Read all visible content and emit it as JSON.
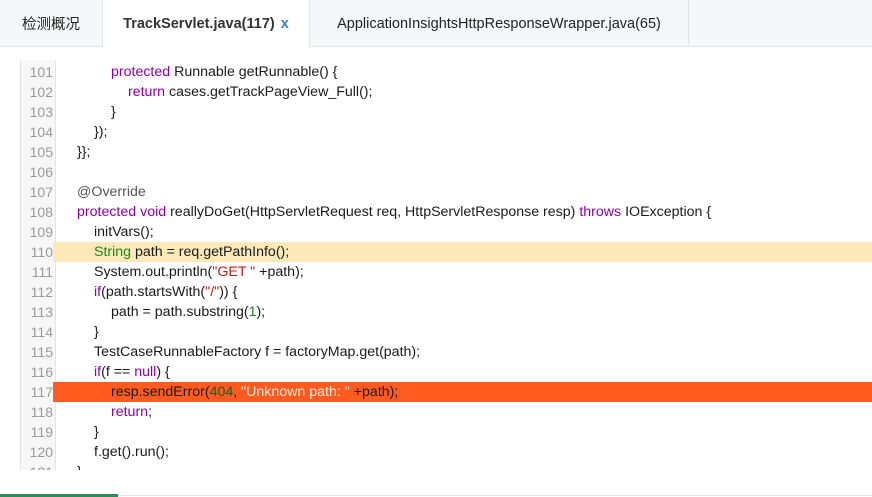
{
  "tabs": [
    {
      "label": "检测概况"
    },
    {
      "label": "TrackServlet.java(117)",
      "close": "x"
    },
    {
      "label": "ApplicationInsightsHttpResponseWrapper.java(65)"
    }
  ],
  "code_lines": [
    {
      "n": "101",
      "indent": 2,
      "tokens": [
        [
          "kw",
          "protected"
        ],
        [
          "",
          "Runnable getRunnable() {"
        ]
      ]
    },
    {
      "n": "102",
      "indent": 3,
      "tokens": [
        [
          "kw",
          "return"
        ],
        [
          "",
          "cases.getTrackPageView_Full();"
        ]
      ]
    },
    {
      "n": "103",
      "indent": 2,
      "tokens": [
        [
          "",
          "}"
        ]
      ]
    },
    {
      "n": "104",
      "indent": 1,
      "tokens": [
        [
          "",
          "});"
        ]
      ]
    },
    {
      "n": "105",
      "indent": 0,
      "tokens": [
        [
          "",
          "}};"
        ]
      ]
    },
    {
      "n": "106",
      "indent": 0,
      "tokens": []
    },
    {
      "n": "107",
      "indent": 0,
      "tokens": [
        [
          "an",
          "@Override"
        ]
      ]
    },
    {
      "n": "108",
      "indent": 0,
      "tokens": [
        [
          "kw",
          "protected void"
        ],
        [
          "",
          "reallyDoGet(HttpServletRequest req, HttpServletResponse resp)"
        ],
        [
          "kw",
          "throws"
        ],
        [
          "",
          "IOException {"
        ]
      ]
    },
    {
      "n": "109",
      "indent": 1,
      "tokens": [
        [
          "",
          "initVars();"
        ]
      ]
    },
    {
      "n": "110",
      "indent": 1,
      "hl": "warn",
      "tokens": [
        [
          "nm",
          "String"
        ],
        [
          "",
          "path = req.getPathInfo();"
        ]
      ]
    },
    {
      "n": "111",
      "indent": 1,
      "tokens": [
        [
          "",
          "System.out.println("
        ],
        [
          "st",
          "\"GET \""
        ],
        [
          "",
          "+path);"
        ]
      ]
    },
    {
      "n": "112",
      "indent": 1,
      "tokens": [
        [
          "kw",
          "if"
        ],
        [
          "",
          "(path.startsWith("
        ],
        [
          "st",
          "\"/\""
        ],
        [
          "",
          ")) {"
        ]
      ]
    },
    {
      "n": "113",
      "indent": 2,
      "tokens": [
        [
          "",
          "path = path.substring("
        ],
        [
          "nm",
          "1"
        ],
        [
          "",
          ");"
        ]
      ]
    },
    {
      "n": "114",
      "indent": 1,
      "tokens": [
        [
          "",
          "}"
        ]
      ]
    },
    {
      "n": "115",
      "indent": 1,
      "tokens": [
        [
          "",
          "TestCaseRunnableFactory f = factoryMap.get(path);"
        ]
      ]
    },
    {
      "n": "116",
      "indent": 1,
      "tokens": [
        [
          "kw",
          "if"
        ],
        [
          "",
          "(f =="
        ],
        [
          "kw",
          "null"
        ],
        [
          "",
          ") {"
        ]
      ]
    },
    {
      "n": "117",
      "indent": 2,
      "hl": "err",
      "tokens": [
        [
          "",
          "resp.sendError("
        ],
        [
          "nm",
          "404"
        ],
        [
          "",
          ", "
        ],
        [
          "st",
          "\"Unknown path: \""
        ],
        [
          "",
          "+path);"
        ]
      ]
    },
    {
      "n": "118",
      "indent": 2,
      "tokens": [
        [
          "kw",
          "return"
        ],
        [
          "",
          ";"
        ]
      ]
    },
    {
      "n": "119",
      "indent": 1,
      "tokens": [
        [
          "",
          "}"
        ]
      ]
    },
    {
      "n": "120",
      "indent": 1,
      "tokens": [
        [
          "",
          "f.get().run();"
        ]
      ]
    },
    {
      "n": "121",
      "indent": 0,
      "cut": true,
      "tokens": [
        [
          "",
          "}"
        ]
      ]
    }
  ]
}
